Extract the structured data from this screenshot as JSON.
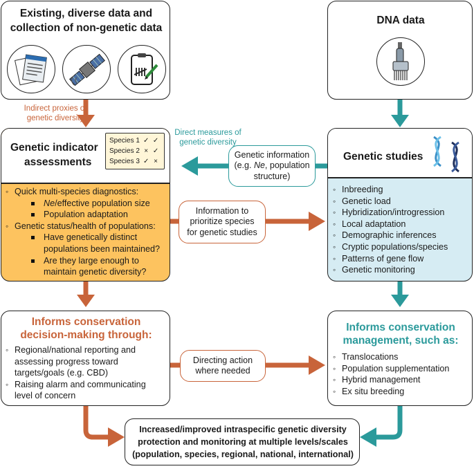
{
  "existing": {
    "title_line1": "Existing, diverse data and",
    "title_line2": "collection of non-genetic data"
  },
  "dna": {
    "title": "DNA data"
  },
  "notes": {
    "indirect_line1": "Indirect proxies of",
    "indirect_line2": "genetic diversity",
    "direct_line1": "Direct measures of",
    "direct_line2": "genetic diversity"
  },
  "gia": {
    "title_line1": "Genetic indicator",
    "title_line2": "assessments",
    "legend": [
      {
        "species": "Species 1",
        "a": "✓",
        "b": "✓"
      },
      {
        "species": "Species 2",
        "a": "×",
        "b": "✓"
      },
      {
        "species": "Species 3",
        "a": "✓",
        "b": "×"
      }
    ],
    "b1": "Quick multi-species diagnostics:",
    "b1_sub1_em": "Ne",
    "b1_sub1_rest": "/effective population size",
    "b1_sub2": "Population adaptation",
    "b2": "Genetic status/health of populations:",
    "b2_sub1_line1": "Have genetically distinct",
    "b2_sub1_line2": "populations been maintained?",
    "b2_sub2_line1": "Are they large enough to",
    "b2_sub2_line2": "maintain genetic diversity?"
  },
  "genetic_info": {
    "line1": "Genetic information",
    "line2_pre": "(e.g. ",
    "line2_em": "Ne",
    "line2_post": ", population",
    "line3": "structure)"
  },
  "genetic_studies": {
    "title": "Genetic studies",
    "items": [
      "Inbreeding",
      "Genetic load",
      "Hybridization/introgression",
      "Local adaptation",
      "Demographic inferences",
      "Cryptic populations/species",
      "Patterns of gene flow",
      "Genetic monitoring"
    ]
  },
  "prioritize": {
    "line1": "Information to",
    "line2": "prioritize species",
    "line3": "for genetic studies"
  },
  "decision": {
    "title_line1": "Informs conservation",
    "title_line2": "decision-making through:",
    "b1_line1": "Regional/national reporting and",
    "b1_line2": "assessing progress toward",
    "b1_line3": "targets/goals (e.g. CBD)",
    "b2_line1": "Raising alarm and communicating",
    "b2_line2": "level of concern"
  },
  "directing": {
    "line1": "Directing action",
    "line2": "where needed"
  },
  "management": {
    "title_line1": "Informs conservation",
    "title_line2": "management, such as:",
    "items": [
      "Translocations",
      "Population supplementation",
      "Hybrid management",
      "Ex situ breeding"
    ]
  },
  "bottom": {
    "line1": "Increased/improved intraspecific genetic diversity",
    "line2": "protection and monitoring at multiple levels/scales",
    "line3": "(population, species, regional, national, international)"
  },
  "colors": {
    "orange": "#c8643a",
    "teal": "#2b9a9b",
    "orange_fill": "#fdc35f",
    "blue_fill": "#d6ecf3"
  }
}
